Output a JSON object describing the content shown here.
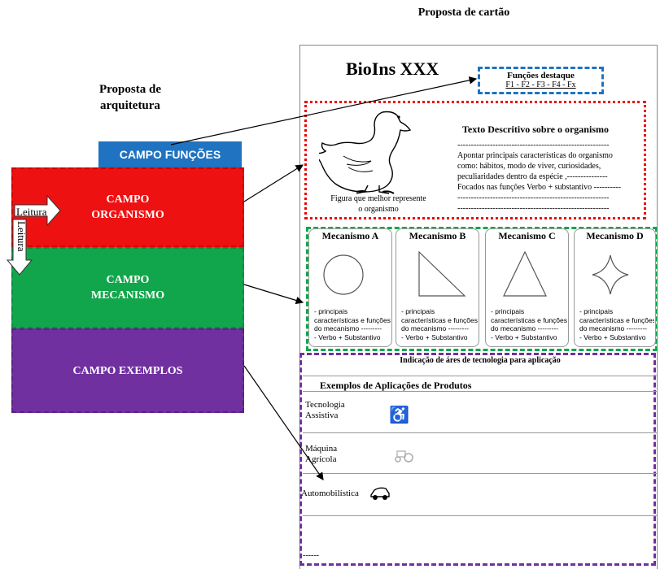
{
  "labels": {
    "architecture": "Proposta de arquitetura",
    "card": "Proposta de cartão"
  },
  "architecture": {
    "functions_field": "CAMPO FUNÇÕES",
    "organism_field": "CAMPO ORGANISMO",
    "mechanism_field": "CAMPO MECANISMO",
    "examples_field": "CAMPO EXEMPLOS",
    "reading_horizontal": "Leitura",
    "reading_vertical": "Leitura"
  },
  "card": {
    "title": "BioIns XXX",
    "functions_title": "Funções destaque",
    "functions_list": "F1 - F2 - F3 - F4 - Fx",
    "description_title": "Texto Descritivo sobre o organismo",
    "description_line1": "--------------------------------------------------------",
    "description_line2": "Apontar principais características do organismo",
    "description_line3": "como: hábitos, modo de viver, curiosidades,",
    "description_line4": "peculiaridades dentro da espécie ,---------------",
    "description_line5": "Focados nas funções Verbo + substantivo ----------",
    "description_line6": "--------------------------------------------------------",
    "description_line7": "--------------------------------------------------------",
    "figure_caption": "Figura que melhor represente o organismo",
    "mechanisms": [
      {
        "title": "Mecanismo A",
        "shape": "circle",
        "line1": "- principais",
        "line2": "características e funções",
        "line3": "do mecanismo ---------",
        "line4": "- Verbo + Substantivo"
      },
      {
        "title": "Mecanismo B",
        "shape": "right-triangle",
        "line1": "- principais",
        "line2": "características e funções",
        "line3": "do mecanismo ---------",
        "line4": "- Verbo + Substantivo"
      },
      {
        "title": "Mecanismo C",
        "shape": "triangle",
        "line1": "- principais",
        "line2": "características e funções",
        "line3": "do mecanismo ---------",
        "line4": "- Verbo + Substantivo"
      },
      {
        "title": "Mecanismo D",
        "shape": "star",
        "line1": "- principais",
        "line2": "características e funções",
        "line3": "do mecanismo ---------",
        "line4": "- Verbo + Substantivo"
      }
    ],
    "tech_area": "Indicação de áres de tecnologia para aplicação",
    "examples_title": "Exemplos de Aplicações de Produtos",
    "examples": [
      {
        "line1": "Tecnologia",
        "line2": "Assistiva",
        "icon": "wheelchair-icon"
      },
      {
        "line1": "Máquina",
        "line2": "Agrícola",
        "icon": "tractor-icon"
      },
      {
        "line1": "Automobilística",
        "line2": "",
        "icon": "car-icon"
      }
    ],
    "more": "------"
  },
  "colors": {
    "functions": "#1f73c0",
    "organism": "#ee1111",
    "mechanism": "#12a64c",
    "examples": "#7030a0"
  }
}
